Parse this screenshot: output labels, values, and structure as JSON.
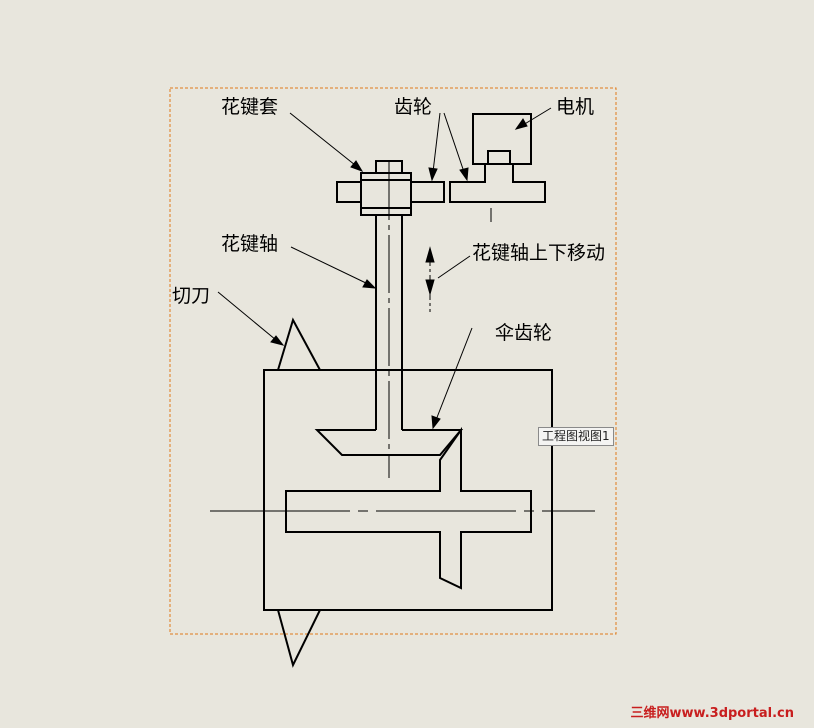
{
  "labels": {
    "spline_sleeve": "花键套",
    "gear": "齿轮",
    "motor": "电机",
    "spline_shaft": "花键轴",
    "spline_shaft_motion": "花键轴上下移动",
    "cutter": "切刀",
    "bevel_gear": "伞齿轮"
  },
  "view_tag": "工程图视图1",
  "watermark": "三维网www.3dportal.cn",
  "colors": {
    "background": "#e8e6dd",
    "line": "#000000",
    "view_border": "#e07b1a",
    "watermark": "#c81e1e"
  }
}
